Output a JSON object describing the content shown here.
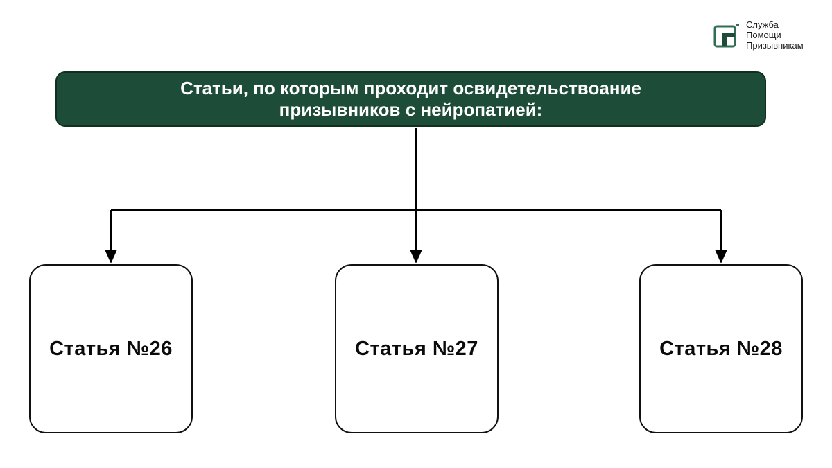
{
  "logo": {
    "icon": "conscript-help-service-logo",
    "lines": [
      "Служба",
      "Помощи",
      "Призывникам"
    ]
  },
  "header": {
    "title_line1": "Статьи, по которым проходит освидетельствоание",
    "title_line2": "призывников с нейропатией:"
  },
  "nodes": [
    {
      "label": "Статья №26"
    },
    {
      "label": "Статья №27"
    },
    {
      "label": "Статья №28"
    }
  ],
  "colors": {
    "header_background": "#1d4c38",
    "header_text": "#ffffff",
    "node_border": "#111111",
    "connector": "#000000",
    "logo_green": "#2f6e52"
  }
}
